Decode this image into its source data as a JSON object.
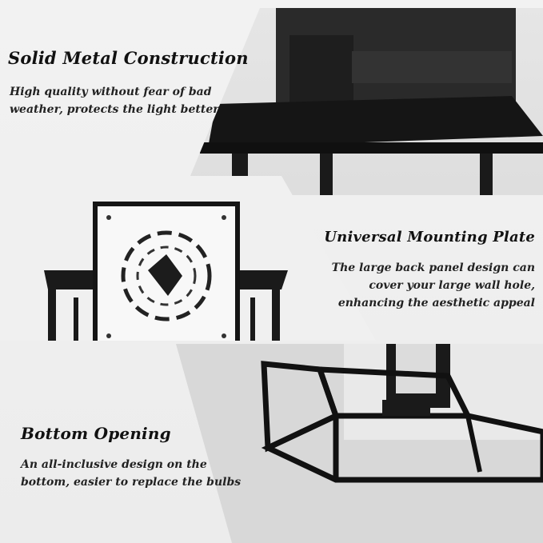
{
  "sections": {
    "metal": {
      "title": "Solid Metal Construction",
      "desc_line1": "High quality without fear of bad",
      "desc_line2": "weather, protects the light better"
    },
    "plate": {
      "title": "Universal Mounting Plate",
      "desc_line1": "The large back panel design can",
      "desc_line2": "cover your large wall hole,",
      "desc_line3": "enhancing the aesthetic appeal"
    },
    "bottom": {
      "title": "Bottom Opening",
      "desc_line1": "An all-inclusive design on the",
      "desc_line2": "bottom, easier to replace the bulbs"
    }
  },
  "colors": {
    "metal": "#1a1a1a",
    "background": "#f4f4f4",
    "text": "#111111"
  }
}
